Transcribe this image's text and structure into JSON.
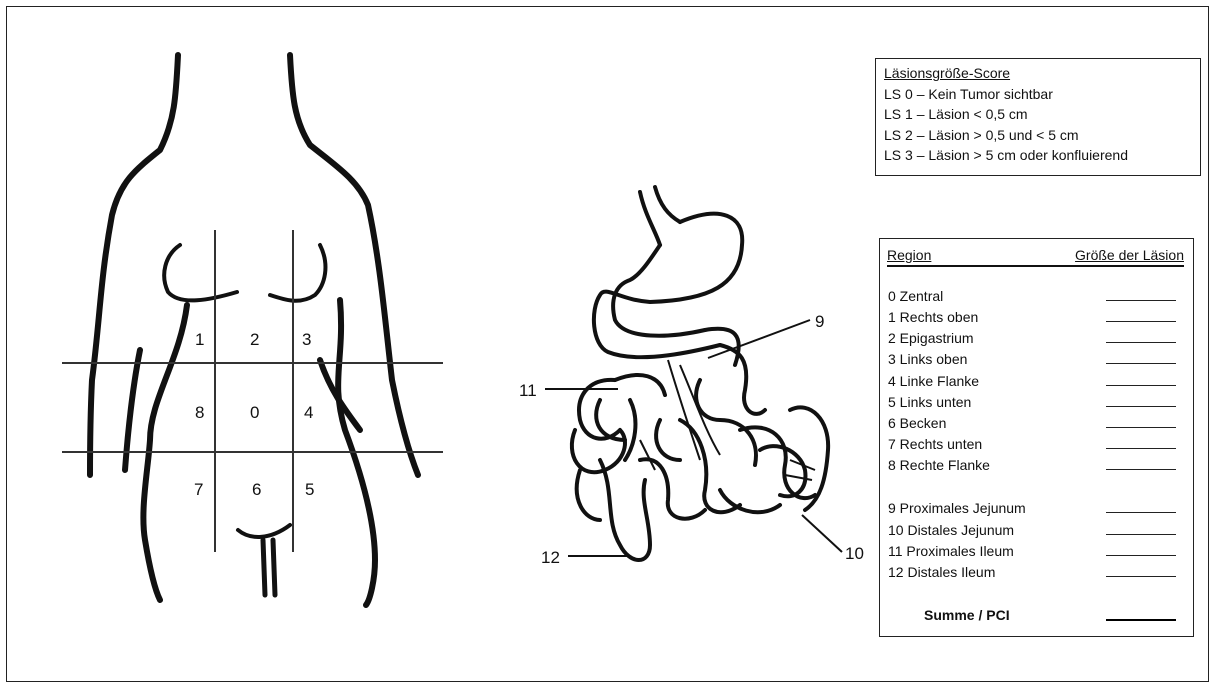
{
  "lesion_score": {
    "title": "Läsionsgröße-Score",
    "items": [
      "LS 0 – Kein Tumor sichtbar",
      "LS 1 – Läsion < 0,5 cm",
      "LS 2 – Läsion > 0,5 und < 5 cm",
      "LS 3 – Läsion > 5 cm oder konfluierend"
    ]
  },
  "region_table": {
    "col_region": "Region",
    "col_size": "Größe der Läsion",
    "rows": [
      "0 Zentral",
      "1 Rechts oben",
      "2 Epigastrium",
      "3 Links oben",
      "4 Linke Flanke",
      "5 Links unten",
      "6 Becken",
      "7 Rechts unten",
      "8 Rechte Flanke",
      "9 Proximales Jejunum",
      "10 Distales Jejunum",
      "11 Proximales Ileum",
      "12 Distales Ileum"
    ],
    "total_label": "Summe / PCI"
  },
  "torso_regions": [
    "0",
    "1",
    "2",
    "3",
    "4",
    "5",
    "6",
    "7",
    "8"
  ],
  "intestine_labels": [
    "9",
    "10",
    "11",
    "12"
  ]
}
